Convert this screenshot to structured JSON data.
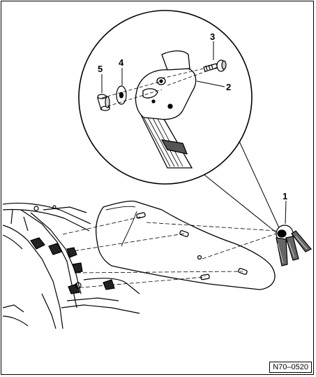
{
  "callouts": {
    "c1": "1",
    "c2": "2",
    "c3": "3",
    "c4": "4",
    "c5": "5"
  },
  "figure_code": "N70–0520"
}
